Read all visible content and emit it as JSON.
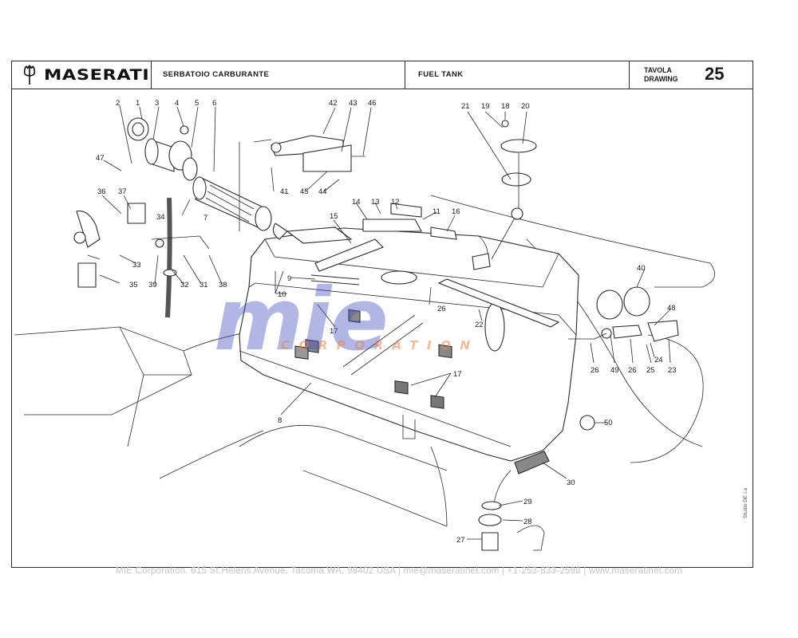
{
  "header": {
    "brand": "MASERATI",
    "title_it": "SERBATOIO CARBURANTE",
    "title_en": "FUEL TANK",
    "tavola_label": "TAVOLA",
    "drawing_label": "DRAWING",
    "sheet_number": "25"
  },
  "watermark": {
    "word": "mie",
    "sub": "CORPORATION"
  },
  "callouts": [
    "1",
    "2",
    "3",
    "4",
    "5",
    "6",
    "7",
    "8",
    "9",
    "10",
    "11",
    "12",
    "13",
    "14",
    "15",
    "16",
    "17",
    "17",
    "17",
    "18",
    "19",
    "20",
    "21",
    "22",
    "23",
    "24",
    "25",
    "26",
    "26",
    "26",
    "27",
    "28",
    "29",
    "30",
    "31",
    "32",
    "33",
    "34",
    "35",
    "36",
    "37",
    "38",
    "39",
    "40",
    "41",
    "42",
    "43",
    "44",
    "45",
    "46",
    "47",
    "48",
    "49",
    "50"
  ],
  "footer": "MIE Corporation. 615 St.Helens Avenue, Tacoma WA, 98402 USA  |  mie@maseratinet.com  |   +1-253-833-2598  |  www.maseratinet.com",
  "side_note": "Studio DE I.a"
}
